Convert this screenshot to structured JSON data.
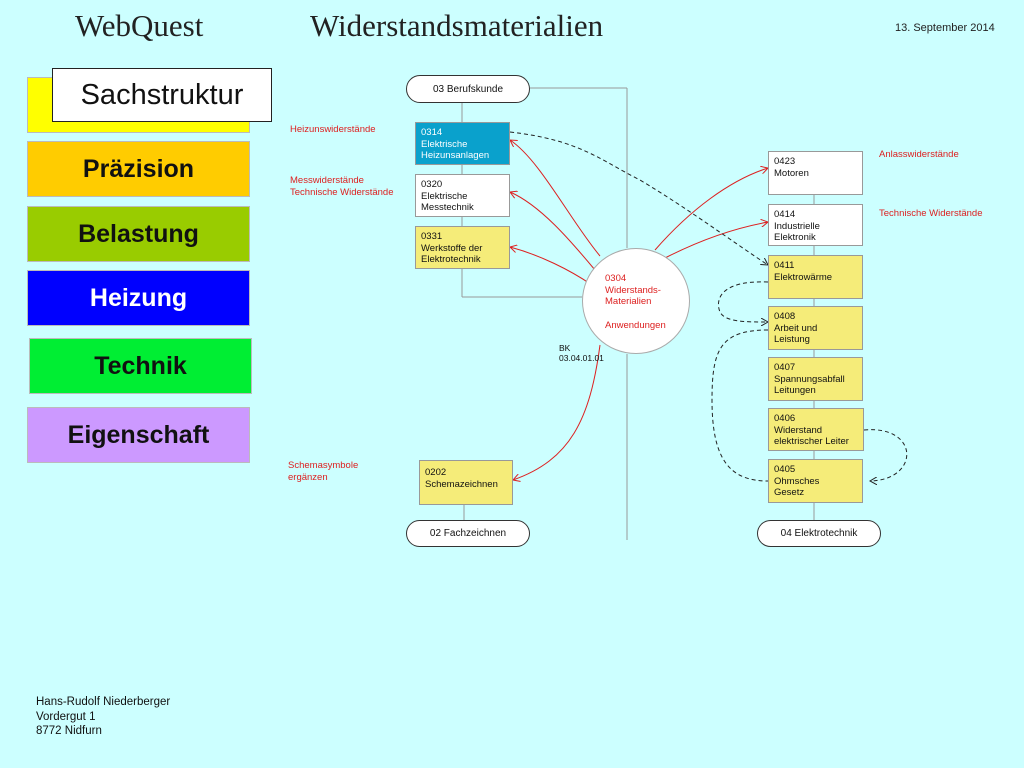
{
  "header": {
    "app": "WebQuest",
    "title": "Widerstandsmaterialien",
    "date": "13. September 2014"
  },
  "nav": {
    "sachstruktur": "Sachstruktur",
    "items": [
      {
        "label": "Präzision",
        "color": "#ffcc00"
      },
      {
        "label": "Belastung",
        "color": "#99cc00"
      },
      {
        "label": "Heizung",
        "color": "#0000ff"
      },
      {
        "label": "Technik",
        "color": "#00ee33"
      },
      {
        "label": "Eigenschaft",
        "color": "#cc99ff"
      }
    ],
    "top_color": "#ffff00"
  },
  "diagram": {
    "pills": {
      "berufskunde": "03 Berufskunde",
      "fachzeichnen": "02 Fachzeichnen",
      "elektrotechnik": "04 Elektrotechnik"
    },
    "center": {
      "l1": "0304",
      "l2": "Widerstands-",
      "l3": "Materialien",
      "l4": "Anwendungen"
    },
    "left_nodes": [
      {
        "code": "0314",
        "l1": "Elektrische",
        "l2": "Heizunsanlagen"
      },
      {
        "code": "0320",
        "l1": "Elektrische",
        "l2": "Messtechnik"
      },
      {
        "code": "0331",
        "l1": "Werkstoffe der",
        "l2": "Elektrotechnik"
      },
      {
        "code": "0202",
        "l1": "Schemazeichnen"
      }
    ],
    "right_nodes": [
      {
        "code": "0423",
        "l1": "Motoren"
      },
      {
        "code": "0414",
        "l1": "Industrielle",
        "l2": "Elektronik"
      },
      {
        "code": "0411",
        "l1": "Elektrowärme"
      },
      {
        "code": "0408",
        "l1": "Arbeit und",
        "l2": "Leistung"
      },
      {
        "code": "0407",
        "l1": "Spannungsabfall",
        "l2": "Leitungen"
      },
      {
        "code": "0406",
        "l1": "Widerstand",
        "l2": "elektrischer Leiter"
      },
      {
        "code": "0405",
        "l1": "Ohmsches",
        "l2": "Gesetz"
      }
    ],
    "labels": {
      "heizung": "Heizunswiderstände",
      "mess1": "Messwiderstände",
      "mess2": "Technische Widerstände",
      "schema1": "Schemasymbole",
      "schema2": "ergänzen",
      "anlass": "Anlasswiderstände",
      "technische": "Technische  Widerstände"
    },
    "bk": {
      "l1": "BK",
      "l2": "03.04.01.01"
    }
  },
  "footer": {
    "name": "Hans-Rudolf Niederberger",
    "street": "Vordergut 1",
    "city": "8772 Nidfurn"
  }
}
